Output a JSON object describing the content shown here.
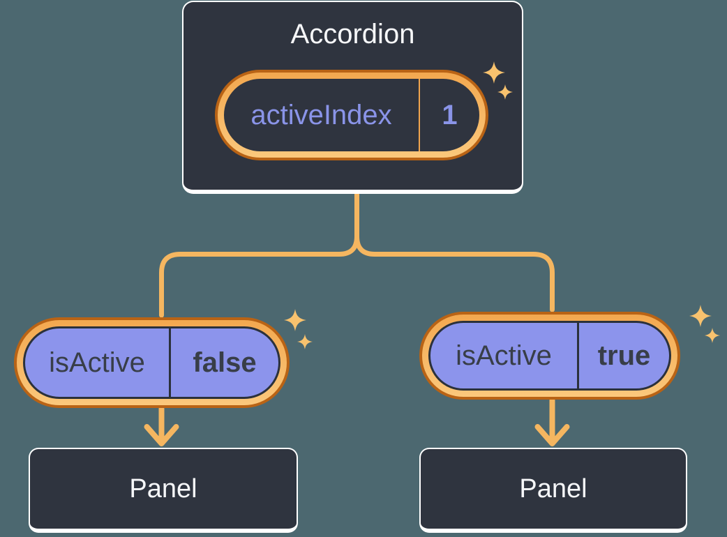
{
  "accordion_card": {
    "title": "Accordion",
    "state": {
      "label": "activeIndex",
      "value": "1"
    }
  },
  "children": [
    {
      "state": {
        "label": "isActive",
        "value": "false"
      },
      "panel_label": "Panel"
    },
    {
      "state": {
        "label": "isActive",
        "value": "true"
      },
      "panel_label": "Panel"
    }
  ],
  "icons": {
    "sparkle": "✦"
  },
  "colors": {
    "background": "#4C6870",
    "card_fill": "#2F343F",
    "card_border": "#FFFFFF",
    "pill_fill_purple": "#8C94EC",
    "ring_band_light": "#F8BC67",
    "ring_edge_dark": "#B96315",
    "connector_line": "#F5B660",
    "sparkle": "#F8C26E",
    "state_text_purple": "#8A94E8",
    "state_text_dark": "#383E48",
    "label_text_light": "#F6F7F9"
  }
}
